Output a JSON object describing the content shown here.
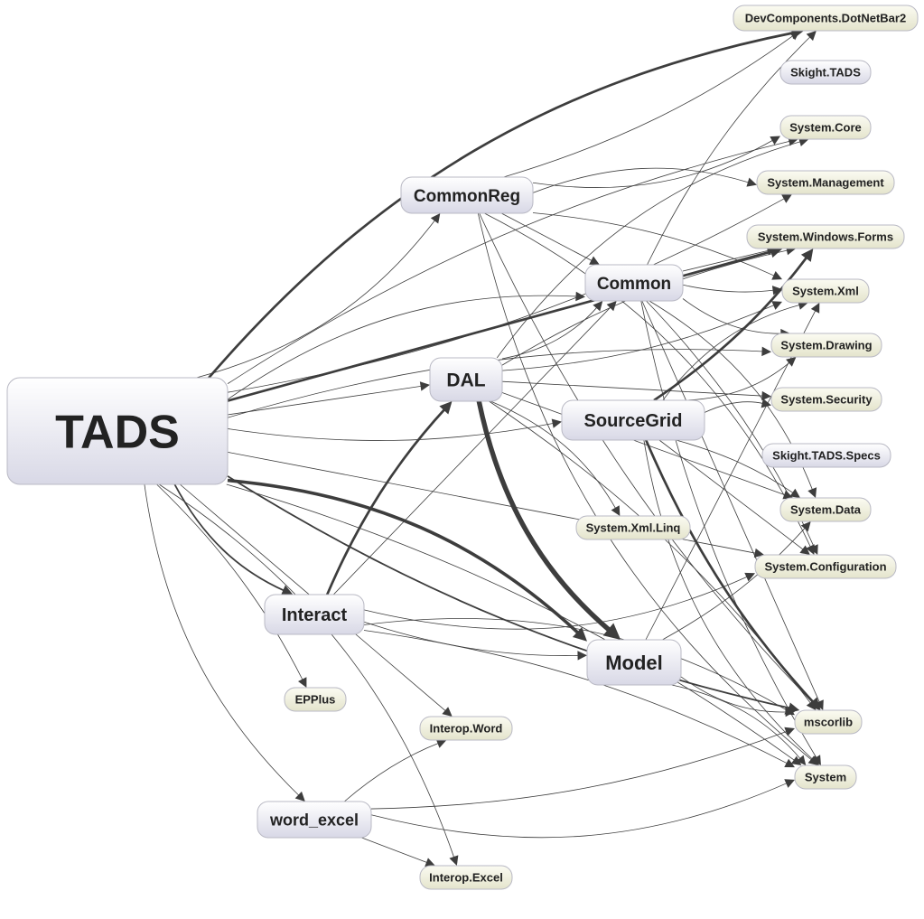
{
  "colors": {
    "project_fill": "#e6e6f0",
    "assembly_fill": "#efefdc",
    "edge": "#3d3d3d",
    "text": "#222222"
  },
  "nodes": {
    "TADS": "TADS",
    "CommonReg": "CommonReg",
    "Common": "Common",
    "DAL": "DAL",
    "SourceGrid": "SourceGrid",
    "Interact": "Interact",
    "Model": "Model",
    "word_excel": "word_excel",
    "EPPlus": "EPPlus",
    "InteropWord": "Interop.Word",
    "InteropExcel": "Interop.Excel",
    "XmlLinq": "System.Xml.Linq",
    "DevComponents": "DevComponents.DotNetBar2",
    "SkightTADS": "Skight.TADS",
    "SystemCore": "System.Core",
    "SystemManagement": "System.Management",
    "SystemWindowsForms": "System.Windows.Forms",
    "SystemXml": "System.Xml",
    "SystemDrawing": "System.Drawing",
    "SystemSecurity": "System.Security",
    "SkightTADSSpecs": "Skight.TADS.Specs",
    "SystemData": "System.Data",
    "SystemConfiguration": "System.Configuration",
    "mscorlib": "mscorlib",
    "System": "System"
  },
  "edges": [
    [
      "TADS",
      "DevComponents",
      3
    ],
    [
      "TADS",
      "SystemCore",
      1
    ],
    [
      "TADS",
      "SystemWindowsForms",
      3
    ],
    [
      "TADS",
      "SystemManagement",
      1
    ],
    [
      "TADS",
      "CommonReg",
      1
    ],
    [
      "TADS",
      "Common",
      1
    ],
    [
      "TADS",
      "SystemDrawing",
      1
    ],
    [
      "TADS",
      "DAL",
      1
    ],
    [
      "TADS",
      "SourceGrid",
      1
    ],
    [
      "TADS",
      "Interact",
      2
    ],
    [
      "TADS",
      "Model",
      4
    ],
    [
      "TADS",
      "EPPlus",
      1
    ],
    [
      "TADS",
      "InteropWord",
      1
    ],
    [
      "TADS",
      "mscorlib",
      2
    ],
    [
      "TADS",
      "word_excel",
      1
    ],
    [
      "TADS",
      "InteropExcel",
      1
    ],
    [
      "TADS",
      "System",
      1
    ],
    [
      "TADS",
      "SystemConfiguration",
      1
    ],
    [
      "CommonReg",
      "DevComponents",
      1
    ],
    [
      "CommonReg",
      "SystemCore",
      1
    ],
    [
      "CommonReg",
      "SystemManagement",
      1
    ],
    [
      "CommonReg",
      "SystemXml",
      1
    ],
    [
      "CommonReg",
      "Common",
      1
    ],
    [
      "CommonReg",
      "mscorlib",
      1
    ],
    [
      "CommonReg",
      "System",
      1
    ],
    [
      "CommonReg",
      "SystemConfiguration",
      1
    ],
    [
      "Common",
      "DevComponents",
      1
    ],
    [
      "Common",
      "SystemWindowsForms",
      1
    ],
    [
      "Common",
      "SystemXml",
      1
    ],
    [
      "Common",
      "SystemDrawing",
      1
    ],
    [
      "Common",
      "SystemData",
      1
    ],
    [
      "Common",
      "SystemConfiguration",
      1
    ],
    [
      "Common",
      "mscorlib",
      1
    ],
    [
      "Common",
      "System",
      1
    ],
    [
      "DAL",
      "Common",
      1
    ],
    [
      "DAL",
      "SystemCore",
      1
    ],
    [
      "DAL",
      "SystemWindowsForms",
      1
    ],
    [
      "DAL",
      "SystemSecurity",
      1
    ],
    [
      "DAL",
      "SystemXml",
      1
    ],
    [
      "DAL",
      "Model",
      6
    ],
    [
      "DAL",
      "XmlLinq",
      1
    ],
    [
      "DAL",
      "mscorlib",
      1
    ],
    [
      "DAL",
      "SystemData",
      1
    ],
    [
      "SourceGrid",
      "SystemWindowsForms",
      3
    ],
    [
      "SourceGrid",
      "SystemDrawing",
      1
    ],
    [
      "SourceGrid",
      "SystemSecurity",
      1
    ],
    [
      "SourceGrid",
      "SystemData",
      1
    ],
    [
      "SourceGrid",
      "SystemConfiguration",
      1
    ],
    [
      "SourceGrid",
      "mscorlib",
      3
    ],
    [
      "SourceGrid",
      "System",
      1
    ],
    [
      "SourceGrid",
      "SystemXml",
      1
    ],
    [
      "Interact",
      "DAL",
      3
    ],
    [
      "Interact",
      "Common",
      1
    ],
    [
      "Interact",
      "Model",
      1
    ],
    [
      "Interact",
      "SystemConfiguration",
      1
    ],
    [
      "Interact",
      "mscorlib",
      1
    ],
    [
      "Interact",
      "System",
      1
    ],
    [
      "Model",
      "SystemXml",
      1
    ],
    [
      "Model",
      "SystemData",
      1
    ],
    [
      "Model",
      "mscorlib",
      1
    ],
    [
      "Model",
      "System",
      1
    ],
    [
      "word_excel",
      "InteropWord",
      1
    ],
    [
      "word_excel",
      "InteropExcel",
      1
    ],
    [
      "word_excel",
      "mscorlib",
      1
    ],
    [
      "word_excel",
      "System",
      1
    ]
  ]
}
